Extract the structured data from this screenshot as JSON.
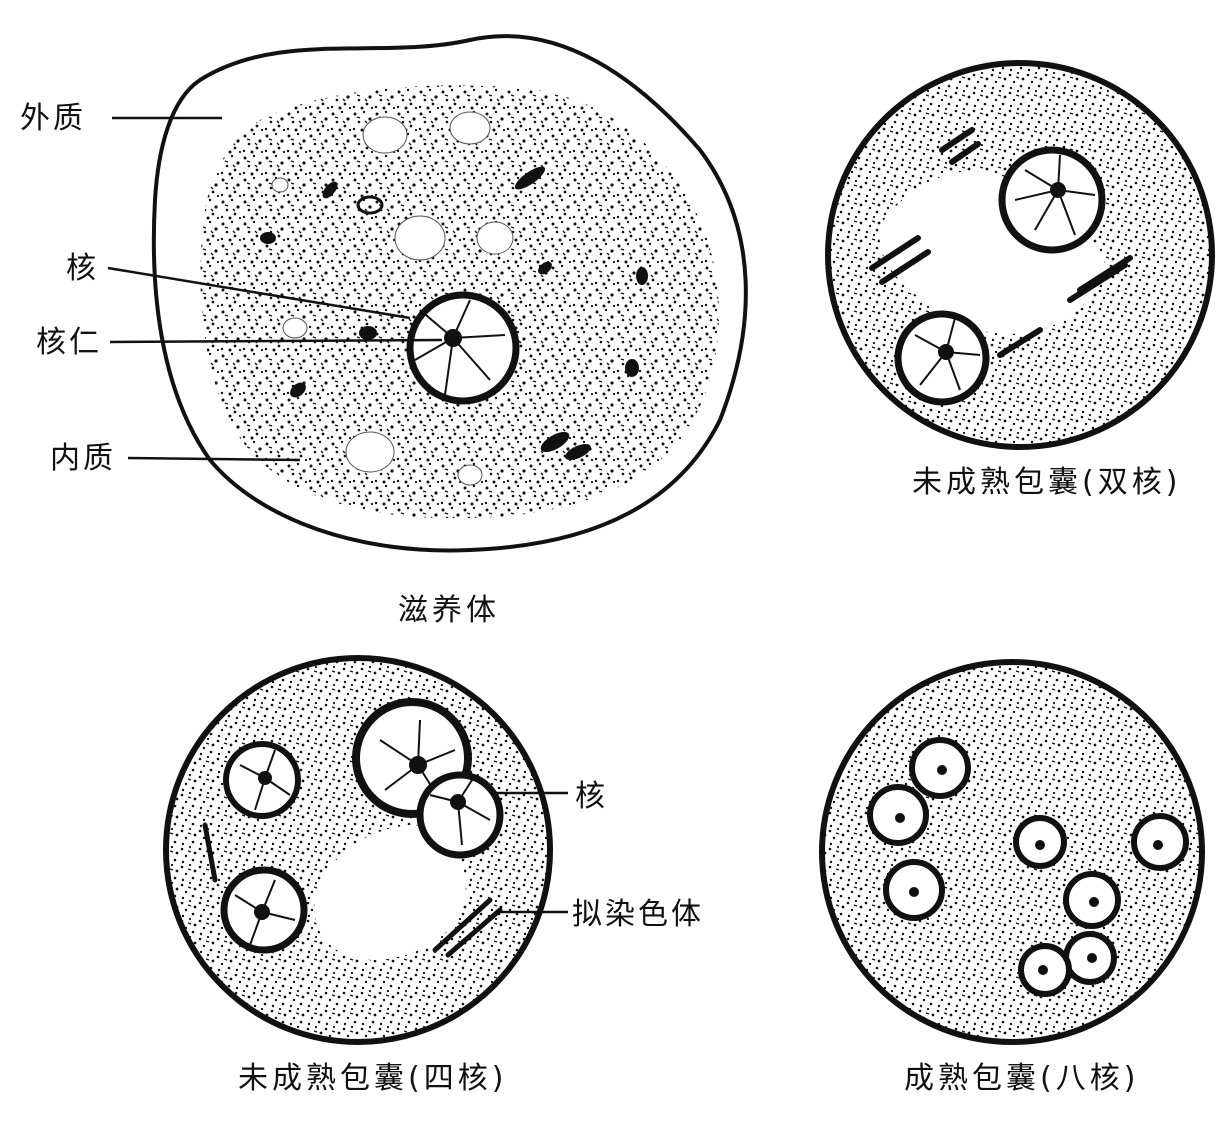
{
  "figure": {
    "trophozoite": {
      "caption": "滋养体",
      "labels": {
        "ectoplasm": "外质",
        "nucleus": "核",
        "karyosome": "核仁",
        "endoplasm": "内质"
      }
    },
    "cyst_two_nuclei": {
      "caption": "未成熟包囊(双核)"
    },
    "cyst_four_nuclei": {
      "caption": "未成熟包囊(四核)",
      "labels": {
        "nucleus": "核",
        "chromatoid": "拟染色体"
      }
    },
    "cyst_eight_nuclei": {
      "caption": "成熟包囊(八核)"
    }
  },
  "colors": {
    "ink": "#111111",
    "background": "#ffffff"
  }
}
